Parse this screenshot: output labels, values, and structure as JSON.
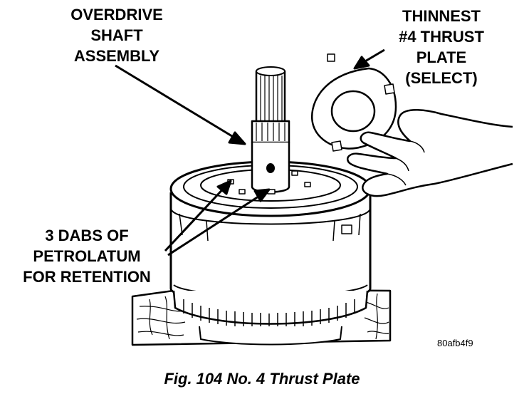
{
  "labels": {
    "shaft": [
      "OVERDRIVE",
      "SHAFT",
      "ASSEMBLY"
    ],
    "plate": [
      "THINNEST",
      "#4 THRUST",
      "PLATE",
      "(SELECT)"
    ],
    "dabs": [
      "3 DABS OF",
      "PETROLATUM",
      "FOR RETENTION"
    ]
  },
  "figure_code": "80afb4f9",
  "caption": "Fig. 104 No. 4 Thrust Plate",
  "colors": {
    "ink": "#000000",
    "paper": "#ffffff"
  }
}
